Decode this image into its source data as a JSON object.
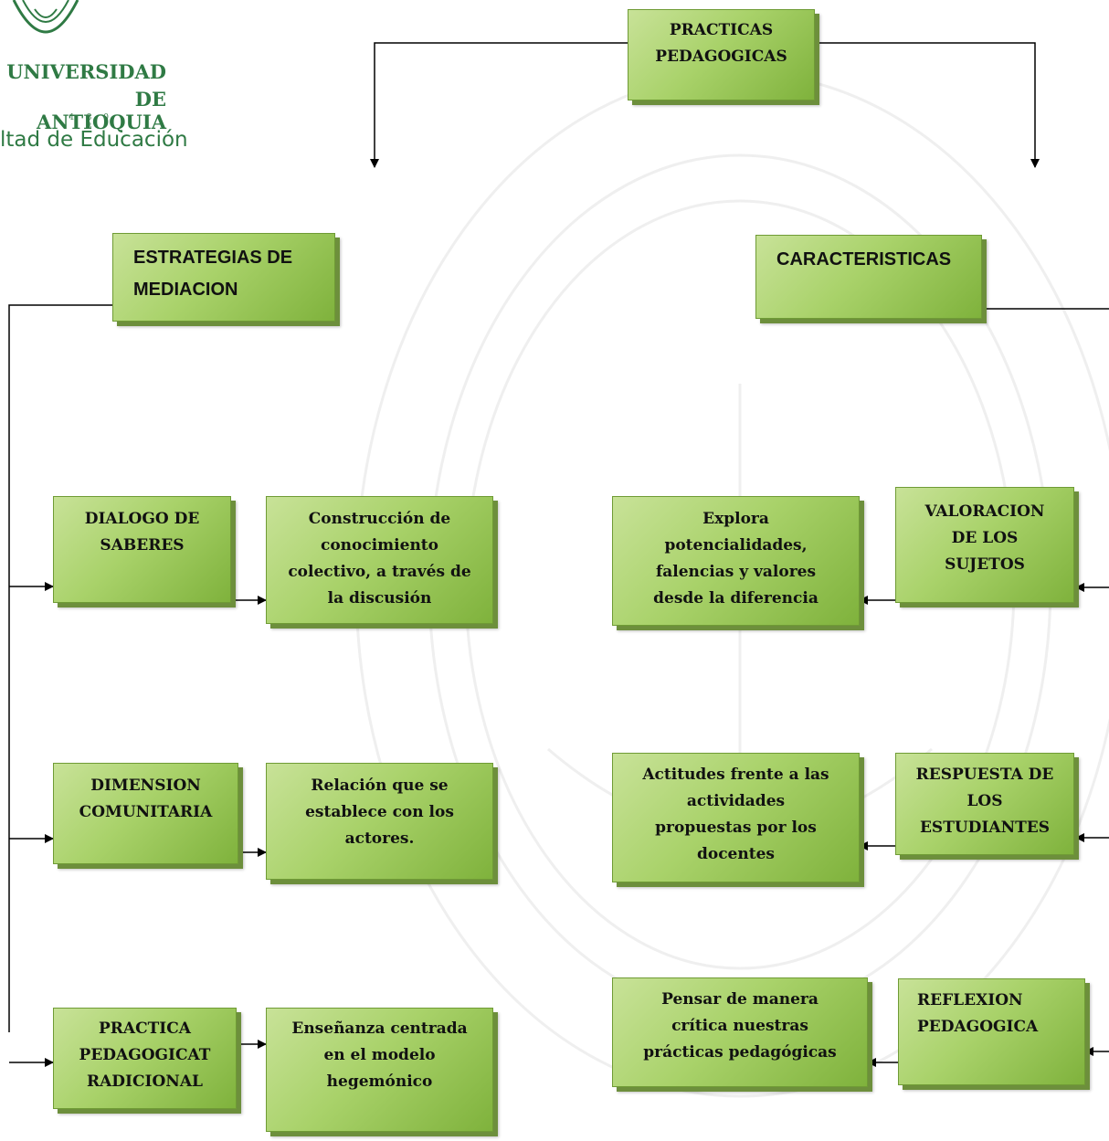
{
  "logo": {
    "line1": "UNIVERSIDAD",
    "line2": "DE ANTIOQUIA",
    "year": "1 8 0 3",
    "faculty": "ltad de Educación"
  },
  "root": {
    "lines": [
      "PRACTICAS",
      "PEDAGOGICAS"
    ]
  },
  "left_branch": {
    "title": {
      "lines": [
        "ESTRATEGIAS DE",
        "MEDIACION"
      ]
    },
    "items": [
      {
        "label": [
          "DIALOGO DE",
          "SABERES"
        ],
        "detail": [
          "Construcción de",
          "conocimiento",
          "colectivo, a través de",
          "la discusión"
        ]
      },
      {
        "label": [
          "DIMENSION",
          "COMUNITARIA"
        ],
        "detail": [
          "Relación que se",
          "establece con los",
          "actores."
        ]
      },
      {
        "label": [
          "PRACTICA",
          "PEDAGOGICAT",
          "RADICIONAL"
        ],
        "detail": [
          "Enseñanza centrada",
          "en el modelo",
          "hegemónico"
        ]
      }
    ]
  },
  "right_branch": {
    "title": {
      "lines": [
        "CARACTERISTICAS"
      ]
    },
    "items": [
      {
        "label": [
          "VALORACION",
          "DE LOS",
          "SUJETOS"
        ],
        "detail": [
          "Explora",
          "potencialidades,",
          "falencias y valores",
          "desde la diferencia"
        ]
      },
      {
        "label": [
          "RESPUESTA DE",
          "LOS",
          "ESTUDIANTES"
        ],
        "detail": [
          "Actitudes frente a las",
          "actividades",
          "propuestas por los",
          "docentes"
        ]
      },
      {
        "label": [
          "REFLEXION",
          "PEDAGOGICA"
        ],
        "detail": [
          "Pensar de manera",
          "crítica nuestras",
          "prácticas pedagógicas"
        ]
      }
    ]
  },
  "colors": {
    "box_fill": "#a9d26a",
    "box_shadow": "#6d8f3c",
    "logo_green": "#2f7a44",
    "line": "#000000"
  }
}
